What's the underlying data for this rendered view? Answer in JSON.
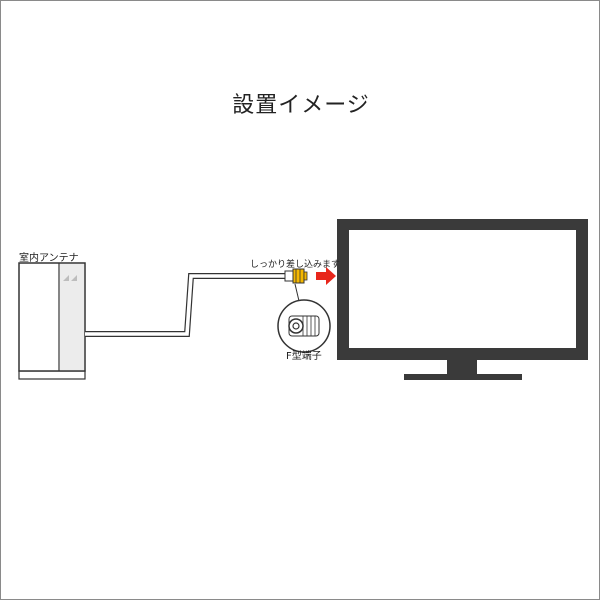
{
  "title": "設置イメージ",
  "labels": {
    "antenna": "室内アンテナ",
    "instruction": "しっかり差し込みます",
    "f_terminal": "F型端子"
  },
  "icons": {
    "antenna": "indoor-antenna-icon",
    "tv": "television-icon",
    "connector": "f-connector-plug-icon",
    "arrow": "red-arrow-icon",
    "terminal": "f-terminal-jack-icon"
  },
  "colors": {
    "arrow": "#e8261b",
    "plug": "#f5b800",
    "tv_frame": "#3a3a3a",
    "outline": "#333333"
  }
}
